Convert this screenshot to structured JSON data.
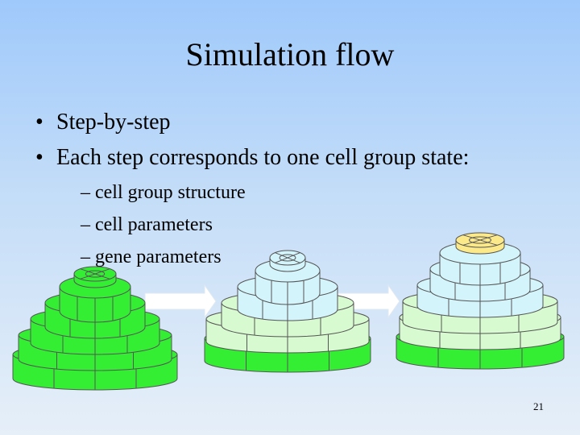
{
  "slide": {
    "title": "Simulation flow",
    "bullets": [
      "Step-by-step",
      "Each step corresponds to one cell group state:"
    ],
    "sub_bullets": [
      "cell group structure",
      "cell parameters",
      "gene parameters"
    ],
    "bullet_marker": "•",
    "sub_marker": "–",
    "page_number": "21"
  },
  "colors": {
    "green": "#33ee33",
    "pale_green": "#d8fad0",
    "light_blue": "#d4f4fc",
    "yellow": "#fbe98a",
    "outline": "#555555"
  }
}
